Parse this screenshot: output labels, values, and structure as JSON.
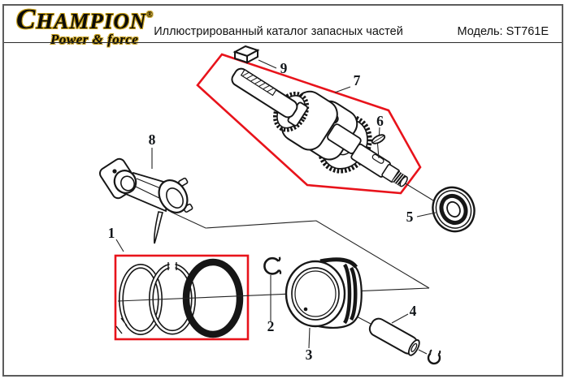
{
  "brand": {
    "name": "CHAMPION",
    "registered": "®",
    "tagline": "Power & force",
    "gold": "#c9a11b"
  },
  "header": {
    "title": "Иллюстрированный каталог запасных частей",
    "model": "Модель: ST761E"
  },
  "diagram": {
    "highlight_color": "#e8131b",
    "ink_color": "#161616",
    "callouts": [
      "1",
      "2",
      "3",
      "4",
      "5",
      "6",
      "7",
      "8",
      "9"
    ]
  }
}
